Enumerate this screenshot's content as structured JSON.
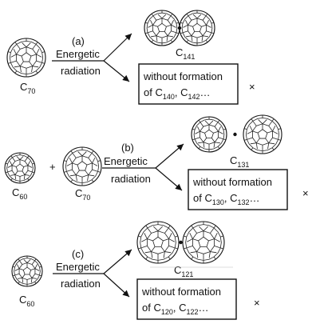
{
  "panels": [
    {
      "id": "a",
      "tag": "(a)",
      "line1": "Energetic",
      "line2": "radiation",
      "reactants": [
        {
          "base": "C",
          "sub": "70"
        }
      ],
      "plus": "",
      "product": {
        "base": "C",
        "sub": "141"
      },
      "box": {
        "line1": "without formation",
        "prefix": "of ",
        "first": {
          "base": "C",
          "sub": "140"
        },
        "sep": ", ",
        "second": {
          "base": "C",
          "sub": "142"
        },
        "ellipsis": "…"
      },
      "cross": "×"
    },
    {
      "id": "b",
      "tag": "(b)",
      "line1": "Energetic",
      "line2": "radiation",
      "reactants": [
        {
          "base": "C",
          "sub": "60"
        },
        {
          "base": "C",
          "sub": "70"
        }
      ],
      "plus": "+",
      "product": {
        "base": "C",
        "sub": "131"
      },
      "box": {
        "line1": "without formation",
        "prefix": "of ",
        "first": {
          "base": "C",
          "sub": "130"
        },
        "sep": ", ",
        "second": {
          "base": "C",
          "sub": "132"
        },
        "ellipsis": "…"
      },
      "cross": "×"
    },
    {
      "id": "c",
      "tag": "(c)",
      "line1": "Energetic",
      "line2": "radiation",
      "reactants": [
        {
          "base": "C",
          "sub": "60"
        }
      ],
      "plus": "",
      "product": {
        "base": "C",
        "sub": "121"
      },
      "box": {
        "line1": "without formation",
        "prefix": "of ",
        "first": {
          "base": "C",
          "sub": "120"
        },
        "sep": ", ",
        "second": {
          "base": "C",
          "sub": "122"
        },
        "ellipsis": "…"
      },
      "cross": "×"
    }
  ]
}
